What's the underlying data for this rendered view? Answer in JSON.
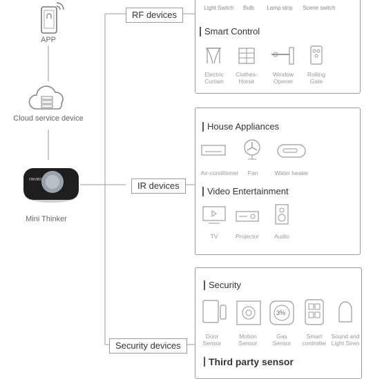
{
  "left_nodes": {
    "app": "APP",
    "cloud": "Cloud service device",
    "hub": "Mini Thinker",
    "hub_brand": "ORVIBO"
  },
  "branches": {
    "rf": "RF devices",
    "ir": "IR devices",
    "security": "Security devices"
  },
  "rf_panel": {
    "top_items": [
      "Light Switch",
      "Bulb",
      "Lamp strip",
      "Scene switch"
    ],
    "smart_control": {
      "title": "Smart Control",
      "items": [
        {
          "line1": "Electric",
          "line2": "Curtain"
        },
        {
          "line1": "Clothes-",
          "line2": "Horse"
        },
        {
          "line1": "Window",
          "line2": "Opener"
        },
        {
          "line1": "Rolling",
          "line2": "Gate"
        }
      ]
    }
  },
  "ir_panel": {
    "house_appliances": {
      "title": "House Appliances",
      "items": [
        "Air-conditioner",
        "Fan",
        "Water heater"
      ]
    },
    "video_entertainment": {
      "title": "Video Entertainment",
      "items": [
        "TV",
        "Projector",
        "Audio"
      ]
    }
  },
  "security_panel": {
    "security": {
      "title": "Security",
      "items": [
        {
          "line1": "Door",
          "line2": "Sensor"
        },
        {
          "line1": "Motion",
          "line2": "Sensor"
        },
        {
          "line1": "Gas",
          "line2": "Sensor"
        },
        {
          "line1": "Smart",
          "line2": "controller"
        },
        {
          "line1": "Sound and",
          "line2": "Light Siren"
        }
      ],
      "gas_icon_text": "3%"
    },
    "third_party": {
      "title": "Third party sensor"
    }
  }
}
